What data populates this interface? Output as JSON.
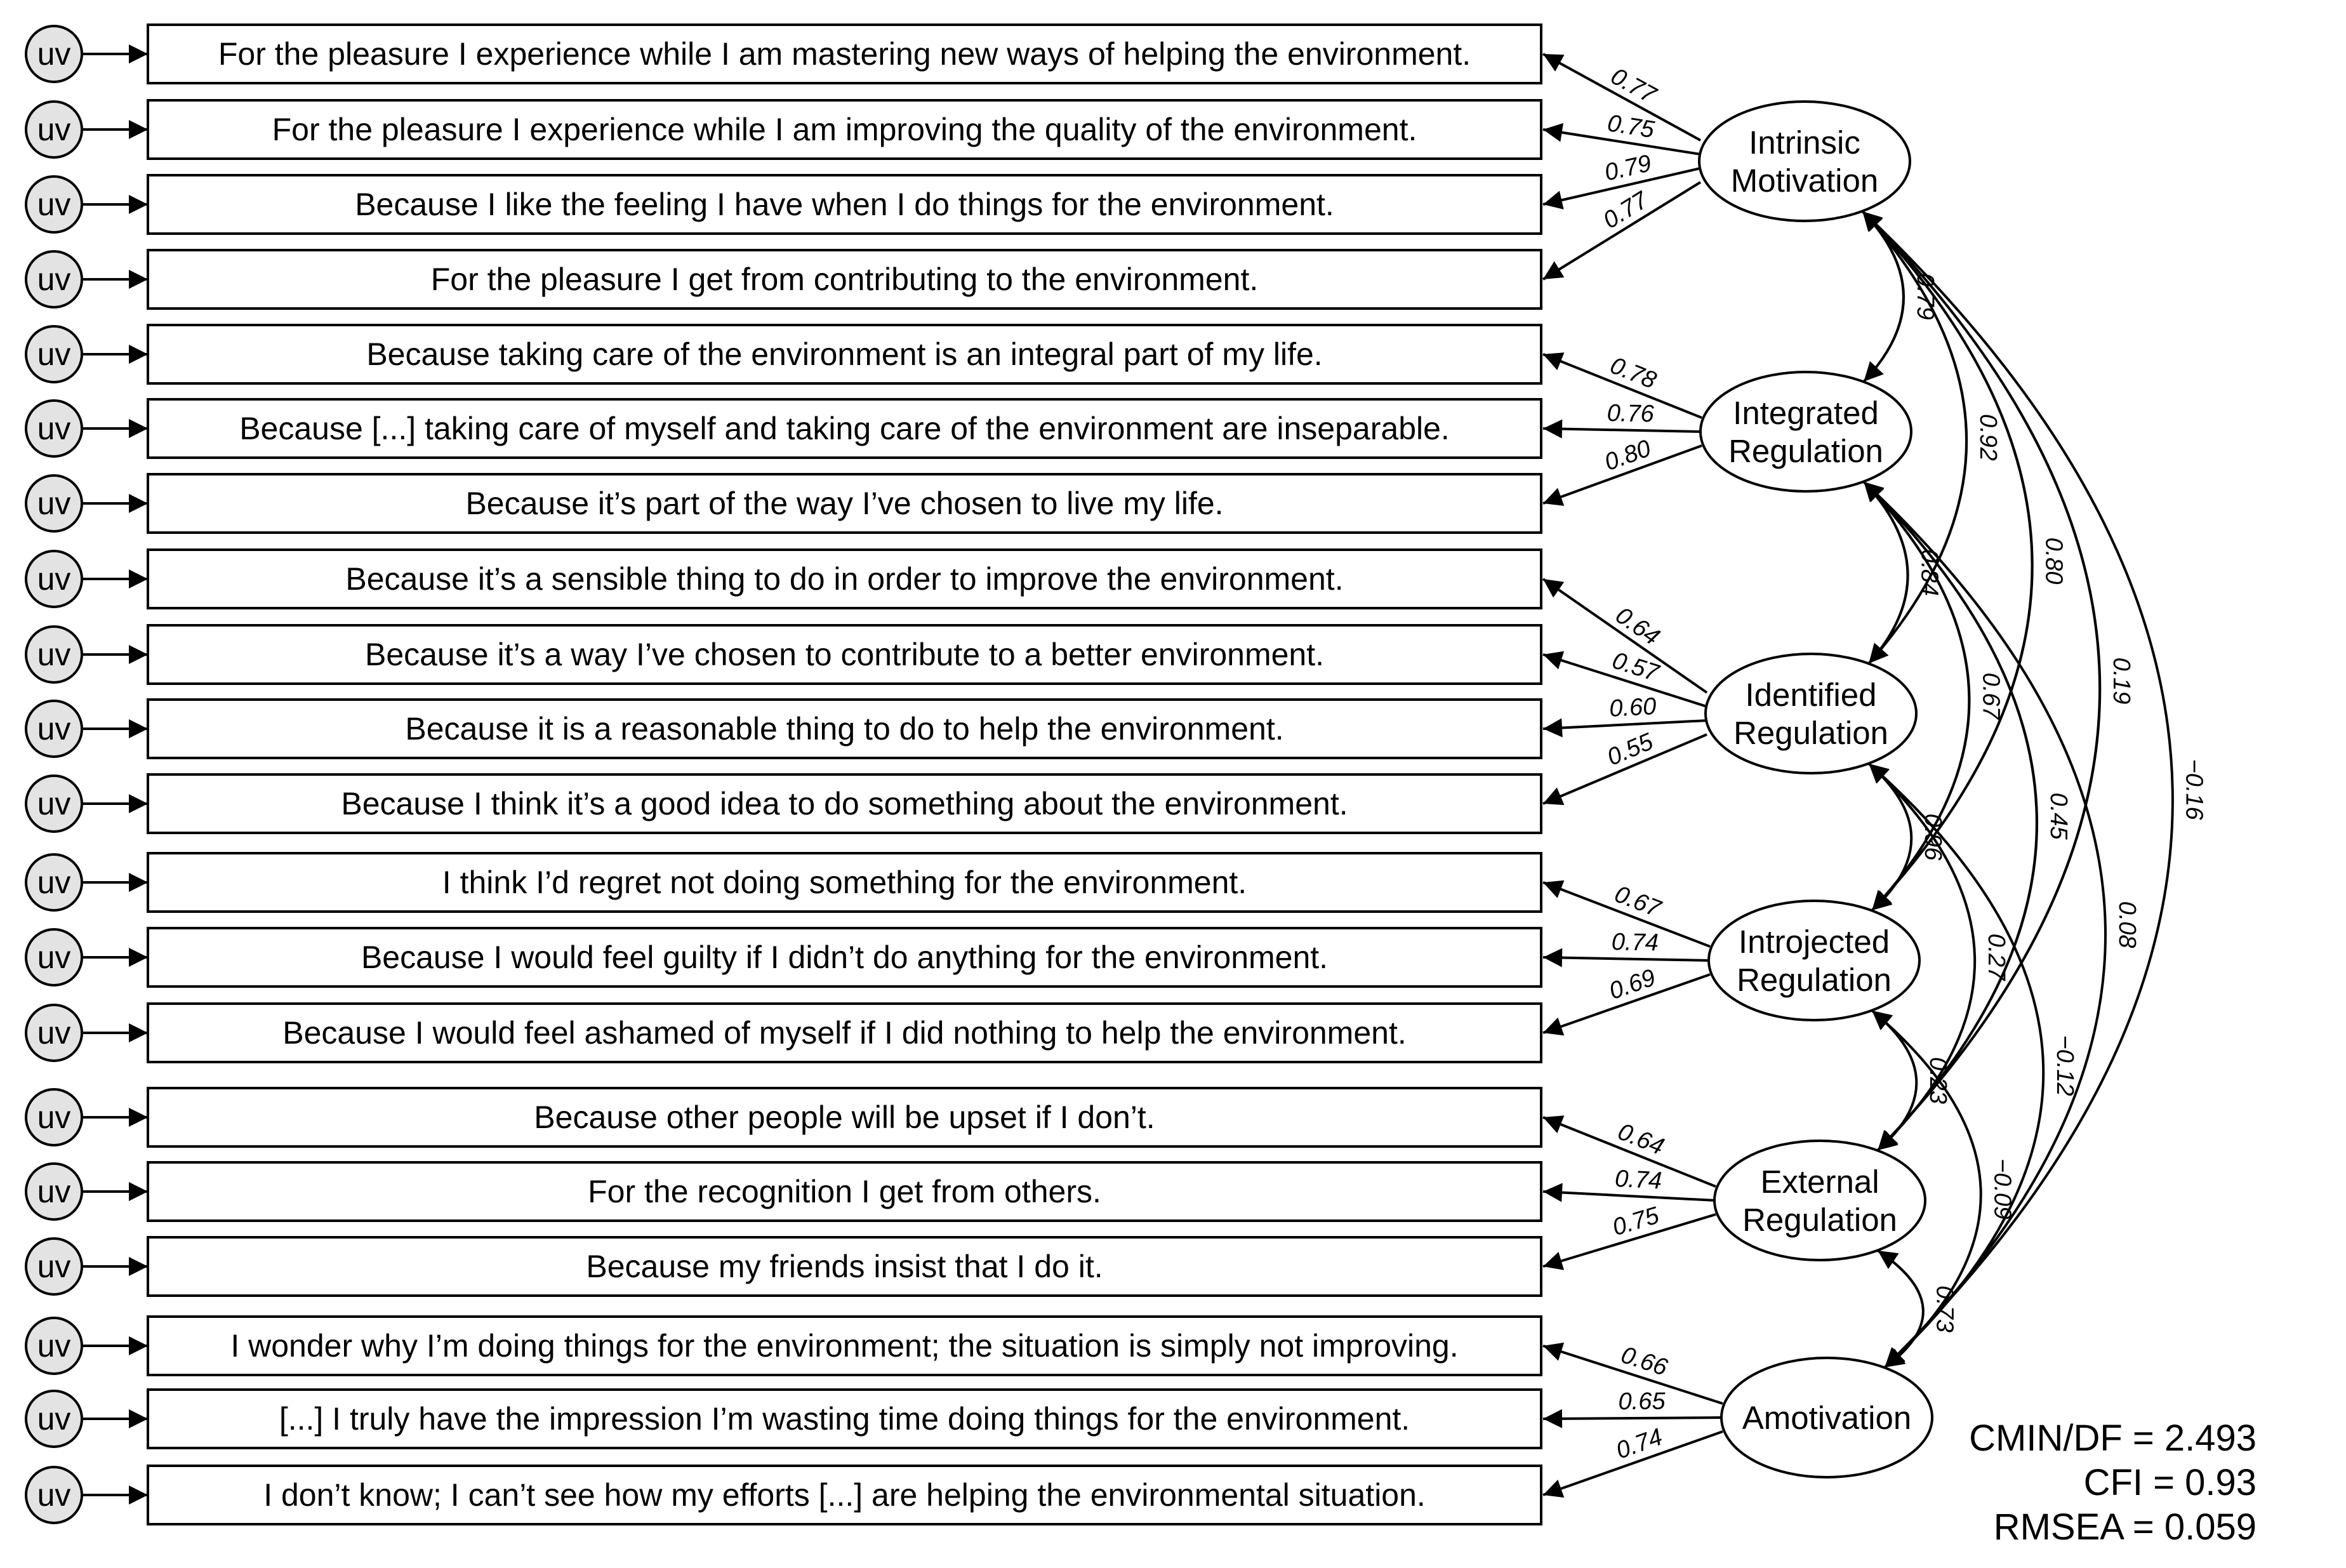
{
  "factors": [
    {
      "id": "im",
      "label": [
        "Intrinsic",
        "Motivation"
      ]
    },
    {
      "id": "ig",
      "label": [
        "Integrated",
        "Regulation"
      ]
    },
    {
      "id": "id",
      "label": [
        "Identified",
        "Regulation"
      ]
    },
    {
      "id": "ij",
      "label": [
        "Introjected",
        "Regulation"
      ]
    },
    {
      "id": "ex",
      "label": [
        "External",
        "Regulation"
      ]
    },
    {
      "id": "am",
      "label": [
        "Amotivation"
      ]
    }
  ],
  "uv_label": "uv",
  "items": [
    {
      "text": "For the pleasure I experience while I am mastering new ways of helping the environment.",
      "factor": "im",
      "loading": "0.77"
    },
    {
      "text": "For the pleasure I experience while I am improving the quality of the environment.",
      "factor": "im",
      "loading": "0.75"
    },
    {
      "text": "Because I like the feeling I have when I do things for the environment.",
      "factor": "im",
      "loading": "0.79"
    },
    {
      "text": "For the pleasure I get from contributing to the environment.",
      "factor": "im",
      "loading": "0.77"
    },
    {
      "text": "Because taking care of the environment is an integral part of my life.",
      "factor": "ig",
      "loading": "0.78"
    },
    {
      "text": "Because [...] taking care of myself and taking care of the environment are inseparable.",
      "factor": "ig",
      "loading": "0.76"
    },
    {
      "text": "Because it’s part of the way I’ve chosen to live my life.",
      "factor": "ig",
      "loading": "0.80"
    },
    {
      "text": "Because it’s a sensible thing to do in order to improve the environment.",
      "factor": "id",
      "loading": "0.64"
    },
    {
      "text": "Because it’s a way I’ve chosen to contribute to a better environment.",
      "factor": "id",
      "loading": "0.57"
    },
    {
      "text": "Because it is a reasonable thing to do to help the environment.",
      "factor": "id",
      "loading": "0.60"
    },
    {
      "text": "Because I think it’s a good idea to do something about the environment.",
      "factor": "id",
      "loading": "0.55"
    },
    {
      "text": "I think I’d regret not doing something for the environment.",
      "factor": "ij",
      "loading": "0.67"
    },
    {
      "text": "Because I would feel guilty if I didn’t do anything for the environment.",
      "factor": "ij",
      "loading": "0.74"
    },
    {
      "text": "Because I would feel ashamed of myself if I did nothing to help the environment.",
      "factor": "ij",
      "loading": "0.69"
    },
    {
      "text": "Because other people will be upset if I don’t.",
      "factor": "ex",
      "loading": "0.64"
    },
    {
      "text": "For the recognition I get from others.",
      "factor": "ex",
      "loading": "0.74"
    },
    {
      "text": "Because my friends insist that I do it.",
      "factor": "ex",
      "loading": "0.75"
    },
    {
      "text": "I wonder why I’m doing things for the environment; the situation is simply not improving.",
      "factor": "am",
      "loading": "0.66"
    },
    {
      "text": "[...] I truly have the impression I’m wasting time doing things for the environment.",
      "factor": "am",
      "loading": "0.65"
    },
    {
      "text": "I don’t know; I can’t see how my efforts [...] are helping the environmental situation.",
      "factor": "am",
      "loading": "0.74"
    }
  ],
  "correlations": [
    {
      "from": "im",
      "to": "ig",
      "value": "0.79"
    },
    {
      "from": "im",
      "to": "id",
      "value": "0.92"
    },
    {
      "from": "im",
      "to": "ij",
      "value": "0.80"
    },
    {
      "from": "im",
      "to": "ex",
      "value": "0.19"
    },
    {
      "from": "im",
      "to": "am",
      "value": "−0.16"
    },
    {
      "from": "ig",
      "to": "id",
      "value": "0.84"
    },
    {
      "from": "ig",
      "to": "ij",
      "value": "0.67"
    },
    {
      "from": "ig",
      "to": "ex",
      "value": "0.45"
    },
    {
      "from": "ig",
      "to": "am",
      "value": "0.08"
    },
    {
      "from": "id",
      "to": "ij",
      "value": "0.96"
    },
    {
      "from": "id",
      "to": "ex",
      "value": "0.27"
    },
    {
      "from": "id",
      "to": "am",
      "value": "−0.12"
    },
    {
      "from": "ij",
      "to": "ex",
      "value": "0.23"
    },
    {
      "from": "ij",
      "to": "am",
      "value": "−0.09"
    },
    {
      "from": "ex",
      "to": "am",
      "value": "0.73"
    }
  ],
  "fit": {
    "cmin_df": "CMIN/DF = 2.493",
    "cfi": "CFI = 0.93",
    "rmsea": "RMSEA = 0.059"
  }
}
